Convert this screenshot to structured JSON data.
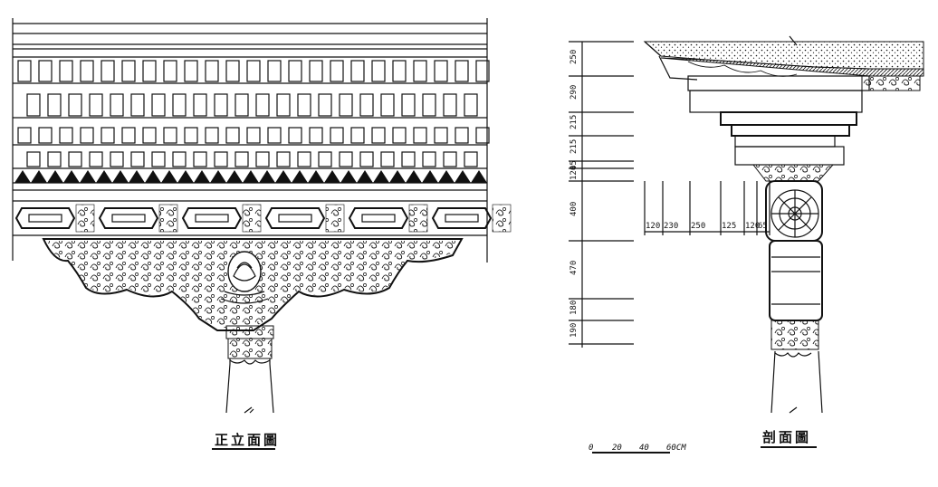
{
  "drawings": {
    "elevation": {
      "title": "正立面圖"
    },
    "section": {
      "title": "剖面圖",
      "vertical_dims": [
        "250",
        "290",
        "215",
        "215",
        "45",
        "120",
        "400",
        "470",
        "180",
        "190"
      ],
      "horizontal_dims": [
        "120",
        "230",
        "250",
        "125",
        "120",
        "65"
      ]
    }
  },
  "scale_bar": {
    "labels": [
      "0",
      "20",
      "40",
      "60CM"
    ]
  },
  "colors": {
    "ink": "#111111",
    "paper": "#ffffff"
  }
}
